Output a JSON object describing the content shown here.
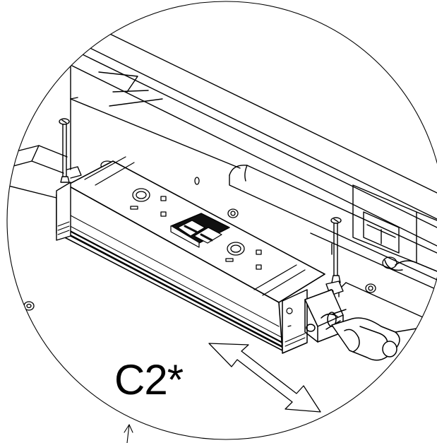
{
  "detail_label": "C2*",
  "colors": {
    "line": "#000000",
    "background": "#ffffff",
    "fill_dark": "#111111",
    "fill_light": "#ffffff"
  },
  "parts": [
    "magnifier-circle",
    "desk-frame",
    "power-strip",
    "mounting-screw-left",
    "mounting-screw-right",
    "socket-upper",
    "socket-lower",
    "rocker-switches",
    "cable-connector",
    "slide-direction-arrow",
    "leader-arrow"
  ]
}
